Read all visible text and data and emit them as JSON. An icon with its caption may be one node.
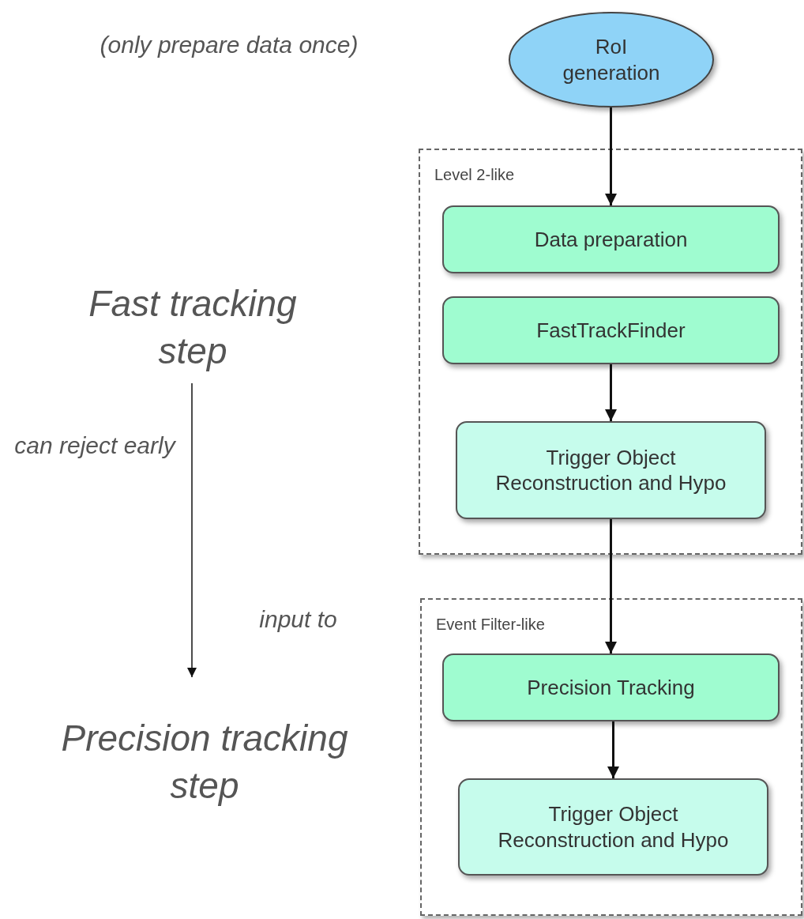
{
  "diagram": {
    "nodes": [
      {
        "text": [
          "RoI generation"
        ]
      },
      {
        "text": [
          "Level 2-like"
        ]
      },
      {
        "text": [
          "Data preparation"
        ],
        "in": 1
      },
      {
        "text": [
          "FastTrackFinder"
        ],
        "in": 1
      },
      {
        "text": [
          "Trigger Object Reconstruction and Hypo"
        ],
        "in": 1
      },
      {
        "text": [
          "Event Filter-like"
        ]
      },
      {
        "text": [
          "Precision Tracking"
        ],
        "in": 5
      },
      {
        "text": [
          "Trigger Object Reconstruction and Hypo"
        ],
        "in": 5
      },
      {
        "text": [
          "Fast tracking step"
        ]
      },
      {
        "text": [
          "Precision tracking step"
        ]
      }
    ],
    "edges": [
      {
        "from": 0,
        "to": 2,
        "arrow": "to"
      },
      {
        "from": 3,
        "to": 4,
        "arrow": "to"
      },
      {
        "from": 4,
        "to": 6,
        "arrow": "to"
      },
      {
        "from": 6,
        "to": 7,
        "arrow": "to"
      },
      {
        "from": 8,
        "to": 9,
        "arrow": "to"
      }
    ],
    "labels": [
      "(only prepare data once)",
      "can reject early",
      "input to"
    ]
  }
}
